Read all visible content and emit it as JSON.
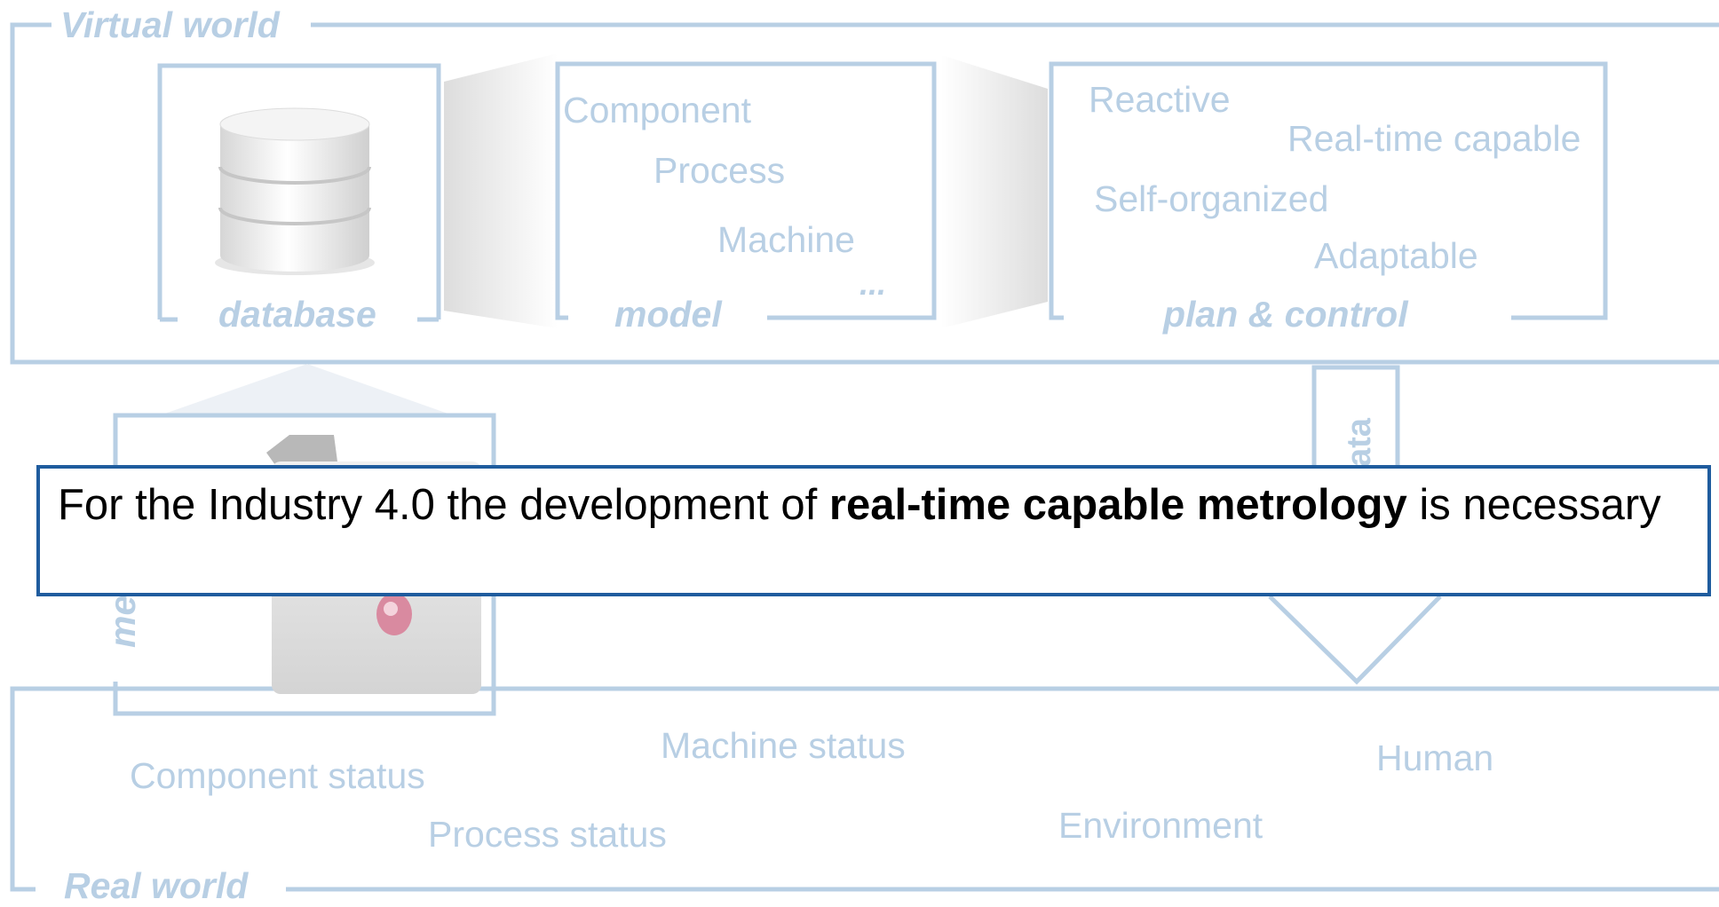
{
  "virtual_world": {
    "label": "Virtual world",
    "database": {
      "label": "database",
      "icon": "database-icon"
    },
    "model": {
      "label": "model",
      "items": [
        "Component",
        "Process",
        "Machine",
        "..."
      ]
    },
    "plan_control": {
      "label": "plan & control",
      "items": [
        "Reactive",
        "Real-time capable",
        "Self-organized",
        "Adaptable"
      ]
    }
  },
  "measure_arrow": {
    "label_fragment": "me",
    "icon": "measuring-device-icon"
  },
  "data_arrow": {
    "label_fragment": "ata"
  },
  "real_world": {
    "label": "Real world",
    "items": [
      "Component status",
      "Machine status",
      "Process status",
      "Environment",
      "Human"
    ]
  },
  "callout": {
    "text_before": "For the Industry 4.0 the development of ",
    "text_bold": "real-time capable metrology",
    "text_after": " is necessary"
  },
  "colors": {
    "faded": "#b8cfe4",
    "callout_border": "#1f5c9e",
    "text": "#000000"
  }
}
